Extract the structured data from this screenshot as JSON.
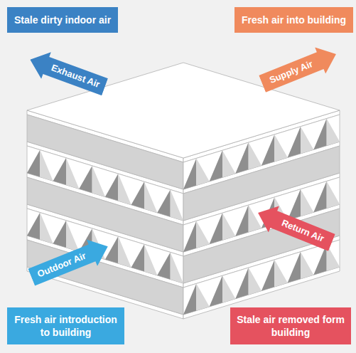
{
  "diagram": {
    "nodes": [
      {
        "text": [
          "Stale dirty indoor air"
        ]
      },
      {
        "text": [
          "Fresh air into building"
        ]
      },
      {
        "text": [
          "Exhaust Air"
        ]
      },
      {
        "text": [
          "Supply Air"
        ]
      },
      {
        "text": [
          "Return Air"
        ]
      },
      {
        "text": [
          "Outdoor Air"
        ]
      },
      {
        "text": [
          "Fresh air introduction to building"
        ]
      },
      {
        "text": [
          "Stale air removed form building"
        ]
      }
    ]
  }
}
